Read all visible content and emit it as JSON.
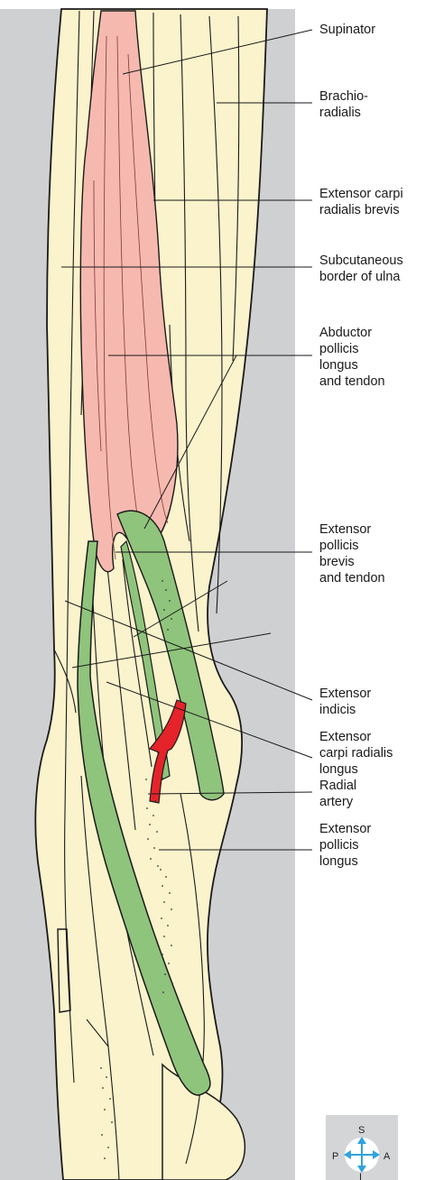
{
  "labels": {
    "supinator": "Supinator",
    "brachioradialis": "Brachio-\nradialis",
    "ecrb": "Extensor carpi\nradialis brevis",
    "ulna_border": "Subcutaneous\nborder of ulna",
    "apl": "Abductor\npollicis\nlongus\nand tendon",
    "epb": "Extensor\npollicis\nbrevis\nand tendon",
    "ext_indicis": "Extensor\nindicis",
    "ecrl": "Extensor\ncarpi radialis\nlongus",
    "radial_artery": "Radial\nartery",
    "epl": "Extensor\npollicis\nlongus"
  },
  "compass": {
    "top": "S",
    "left": "P",
    "right": "A",
    "bottom": "I"
  },
  "colors": {
    "background_panel": "#cfd0d2",
    "bone_fill": "#fbf3cc",
    "muscle_fill": "#f6b9b0",
    "tendon_fill": "#8fc47c",
    "artery_fill": "#e5232a",
    "compass_arrow": "#2fa3dc"
  }
}
